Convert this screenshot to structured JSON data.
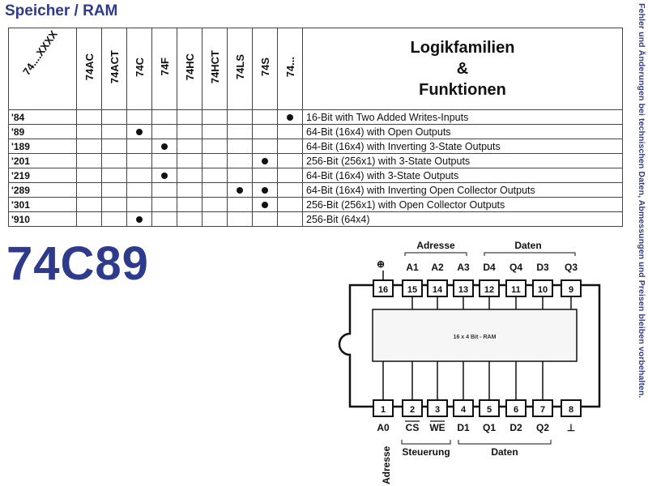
{
  "title": "Speicher / RAM",
  "side_note": "Fehler und Änderungen bei technischen Daten, Abmessungen und Preisen bleiben vorbehalten.",
  "table": {
    "corner_label": "74....XXXX",
    "families": [
      "74AC",
      "74ACT",
      "74C",
      "74F",
      "74HC",
      "74HCT",
      "74LS",
      "74S",
      "74..."
    ],
    "function_header": [
      "Logikfamilien",
      "&",
      "Funktionen"
    ],
    "rows": [
      {
        "code": "'84",
        "dots": [
          false,
          false,
          false,
          false,
          false,
          false,
          false,
          false,
          true
        ],
        "description": "16-Bit with Two Added Writes-Inputs"
      },
      {
        "code": "'89",
        "dots": [
          false,
          false,
          true,
          false,
          false,
          false,
          false,
          false,
          false
        ],
        "description": "64-Bit (16x4) with Open Outputs"
      },
      {
        "code": "'189",
        "dots": [
          false,
          false,
          false,
          true,
          false,
          false,
          false,
          false,
          false
        ],
        "description": "64-Bit (16x4) with Inverting 3-State Outputs"
      },
      {
        "code": "'201",
        "dots": [
          false,
          false,
          false,
          false,
          false,
          false,
          false,
          true,
          false
        ],
        "description": "256-Bit (256x1) with 3-State Outputs"
      },
      {
        "code": "'219",
        "dots": [
          false,
          false,
          false,
          true,
          false,
          false,
          false,
          false,
          false
        ],
        "description": "64-Bit (16x4) with 3-State Outputs"
      },
      {
        "code": "'289",
        "dots": [
          false,
          false,
          false,
          false,
          false,
          false,
          true,
          true,
          false
        ],
        "description": "64-Bit (16x4) with Inverting Open Collector Outputs"
      },
      {
        "code": "'301",
        "dots": [
          false,
          false,
          false,
          false,
          false,
          false,
          false,
          true,
          false
        ],
        "description": "256-Bit (256x1) with Open Collector Outputs"
      },
      {
        "code": "'910",
        "dots": [
          false,
          false,
          true,
          false,
          false,
          false,
          false,
          false,
          false
        ],
        "description": "256-Bit (64x4)"
      }
    ]
  },
  "part_number": "74C89",
  "chip": {
    "center_label": "16 x 4 Bit - RAM",
    "top_group_labels": {
      "left": "Adresse",
      "right": "Daten"
    },
    "bottom_group_labels": {
      "left": "Steuerung",
      "right": "Daten",
      "vertical": "Adresse"
    },
    "top_pins": [
      {
        "num": "16",
        "label": ""
      },
      {
        "num": "15",
        "label": "A1"
      },
      {
        "num": "14",
        "label": "A2"
      },
      {
        "num": "13",
        "label": "A3"
      },
      {
        "num": "12",
        "label": "D4"
      },
      {
        "num": "11",
        "label": "Q4"
      },
      {
        "num": "10",
        "label": "D3"
      },
      {
        "num": "9",
        "label": "Q3"
      }
    ],
    "bottom_pins": [
      {
        "num": "1",
        "label": "A0"
      },
      {
        "num": "2",
        "label": "CS"
      },
      {
        "num": "3",
        "label": "WE"
      },
      {
        "num": "4",
        "label": "D1"
      },
      {
        "num": "5",
        "label": "Q1"
      },
      {
        "num": "6",
        "label": "D2"
      },
      {
        "num": "7",
        "label": "Q2"
      },
      {
        "num": "8",
        "label": "⊥"
      }
    ],
    "vcc_symbol": "⊕"
  }
}
